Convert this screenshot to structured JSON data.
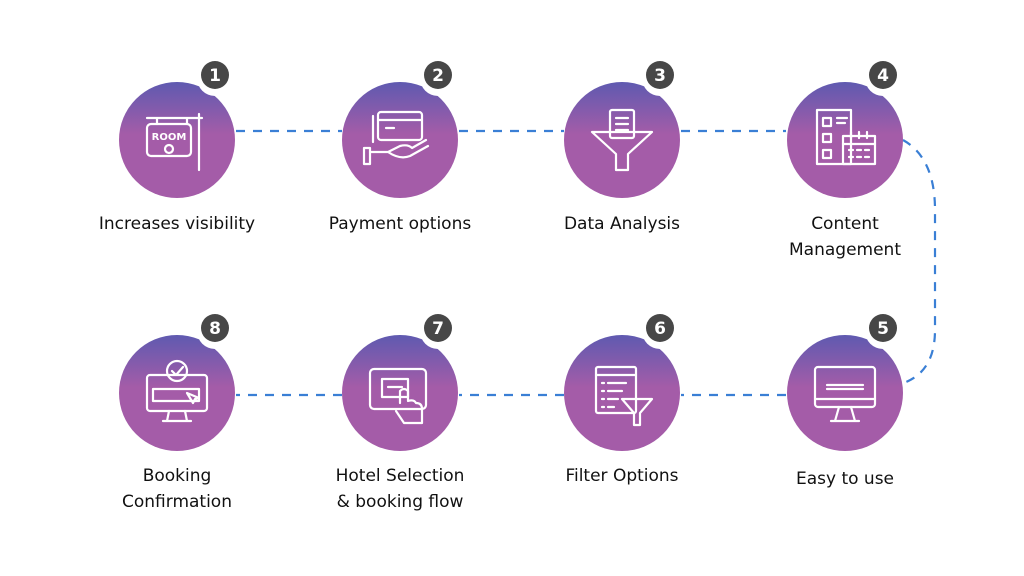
{
  "colors": {
    "circle_top": "#5f5ab0",
    "circle_bottom": "#a45ca8",
    "badge": "#474747",
    "connector": "#3a7fd5",
    "text": "#111111"
  },
  "steps": [
    {
      "number": "1",
      "label_lines": [
        "Increases visibility"
      ],
      "icon": "room-sign-icon",
      "icon_text": "ROOM"
    },
    {
      "number": "2",
      "label_lines": [
        "Payment options"
      ],
      "icon": "card-in-hand-icon"
    },
    {
      "number": "3",
      "label_lines": [
        "Data Analysis"
      ],
      "icon": "document-funnel-icon"
    },
    {
      "number": "4",
      "label_lines": [
        "Content",
        "Management"
      ],
      "icon": "checklist-calendar-icon"
    },
    {
      "number": "5",
      "label_lines": [
        "Easy to use"
      ],
      "icon": "monitor-icon"
    },
    {
      "number": "6",
      "label_lines": [
        "Filter Options"
      ],
      "icon": "list-filter-icon"
    },
    {
      "number": "7",
      "label_lines": [
        "Hotel Selection",
        "& booking flow"
      ],
      "icon": "tablet-touch-icon"
    },
    {
      "number": "8",
      "label_lines": [
        "Booking",
        "Confirmation"
      ],
      "icon": "monitor-check-icon"
    }
  ]
}
